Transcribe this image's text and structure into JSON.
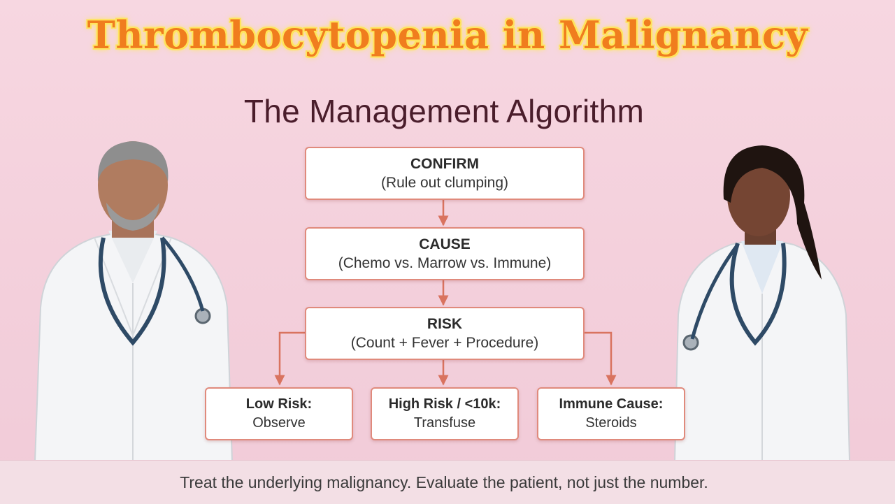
{
  "header": {
    "title": "Thrombocytopenia in Malignancy",
    "subtitle": "The Management Algorithm"
  },
  "flow": {
    "confirm": {
      "head": "CONFIRM",
      "sub": "(Rule out clumping)"
    },
    "cause": {
      "head": "CAUSE",
      "sub": "(Chemo vs. Marrow vs. Immune)"
    },
    "risk": {
      "head": "RISK",
      "sub": "(Count + Fever + Procedure)"
    },
    "low_risk": {
      "head": "Low Risk:",
      "sub": "Observe"
    },
    "high_risk": {
      "head": "High Risk / <10k:",
      "sub": "Transfuse"
    },
    "immune": {
      "head": "Immune Cause:",
      "sub": "Steroids"
    }
  },
  "footer": {
    "text": "Treat the underlying malignancy. Evaluate the patient, not just the number."
  },
  "colors": {
    "background": "#f5d3de",
    "title": "#f07d1e",
    "title_glow": "#ffe85a",
    "subtitle": "#4a1d2b",
    "box_border": "#e08a7c",
    "arrow": "#d9735f"
  }
}
